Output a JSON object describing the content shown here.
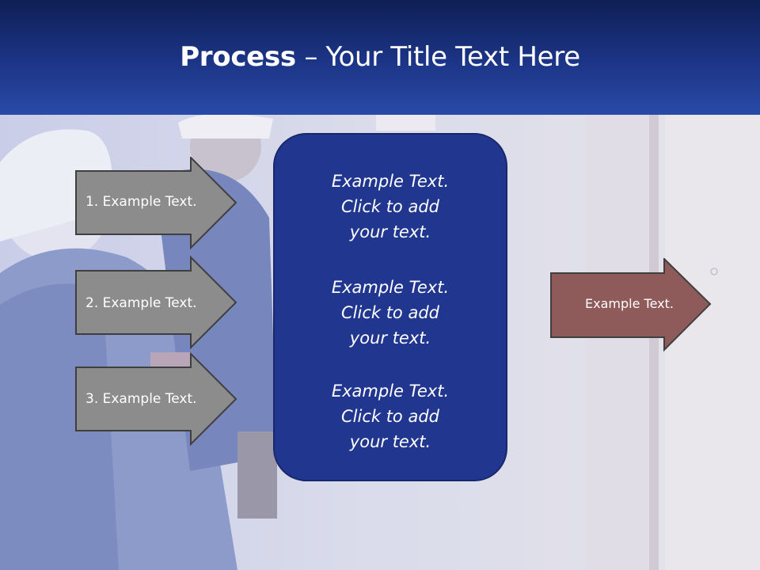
{
  "slide": {
    "title_bold": "Process",
    "title_rest": " – Your Title Text Here"
  },
  "left_arrows": [
    {
      "label": "1. Example Text."
    },
    {
      "label": "2. Example Text."
    },
    {
      "label": "3. Example Text."
    }
  ],
  "center_box": {
    "paragraphs": [
      {
        "line1": "Example Text.",
        "line2": "Click  to add",
        "line3": "your text."
      },
      {
        "line1": "Example Text.",
        "line2": "Click  to add",
        "line3": "your text."
      },
      {
        "line1": "Example Text.",
        "line2": "Click  to add",
        "line3": "your text."
      }
    ]
  },
  "right_arrow": {
    "label": "Example Text."
  },
  "colors": {
    "header": "#1c3587",
    "left_arrow_fill": "#8c8c8c",
    "center_box_fill": "#21378f",
    "right_arrow_fill": "#8e5a5a"
  }
}
